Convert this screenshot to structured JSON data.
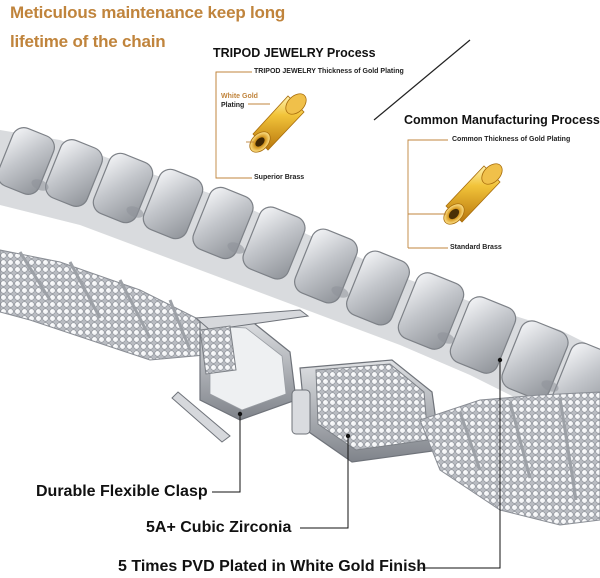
{
  "headline": {
    "line1": "Meticulous maintenance keep long",
    "line2": "lifetime of the chain"
  },
  "tripod": {
    "title": "TRIPOD JEWELRY Process",
    "thickness": "TRIPOD JEWELRY Thickness of Gold Plating",
    "plating_line1": "White Gold",
    "plating_line2": "Plating",
    "base": "Superior Brass"
  },
  "common": {
    "title": "Common Manufacturing Process",
    "thickness": "Common Thickness of Gold Plating",
    "base": "Standard Brass"
  },
  "callouts": {
    "clasp": "Durable Flexible Clasp",
    "zirconia": "5A+ Cubic Zirconia",
    "finish": "5 Times PVD Plated in White Gold Finish"
  },
  "colors": {
    "headline": "#c0843c",
    "gold": "#e0a21c",
    "silver": "#c9cbcf"
  }
}
